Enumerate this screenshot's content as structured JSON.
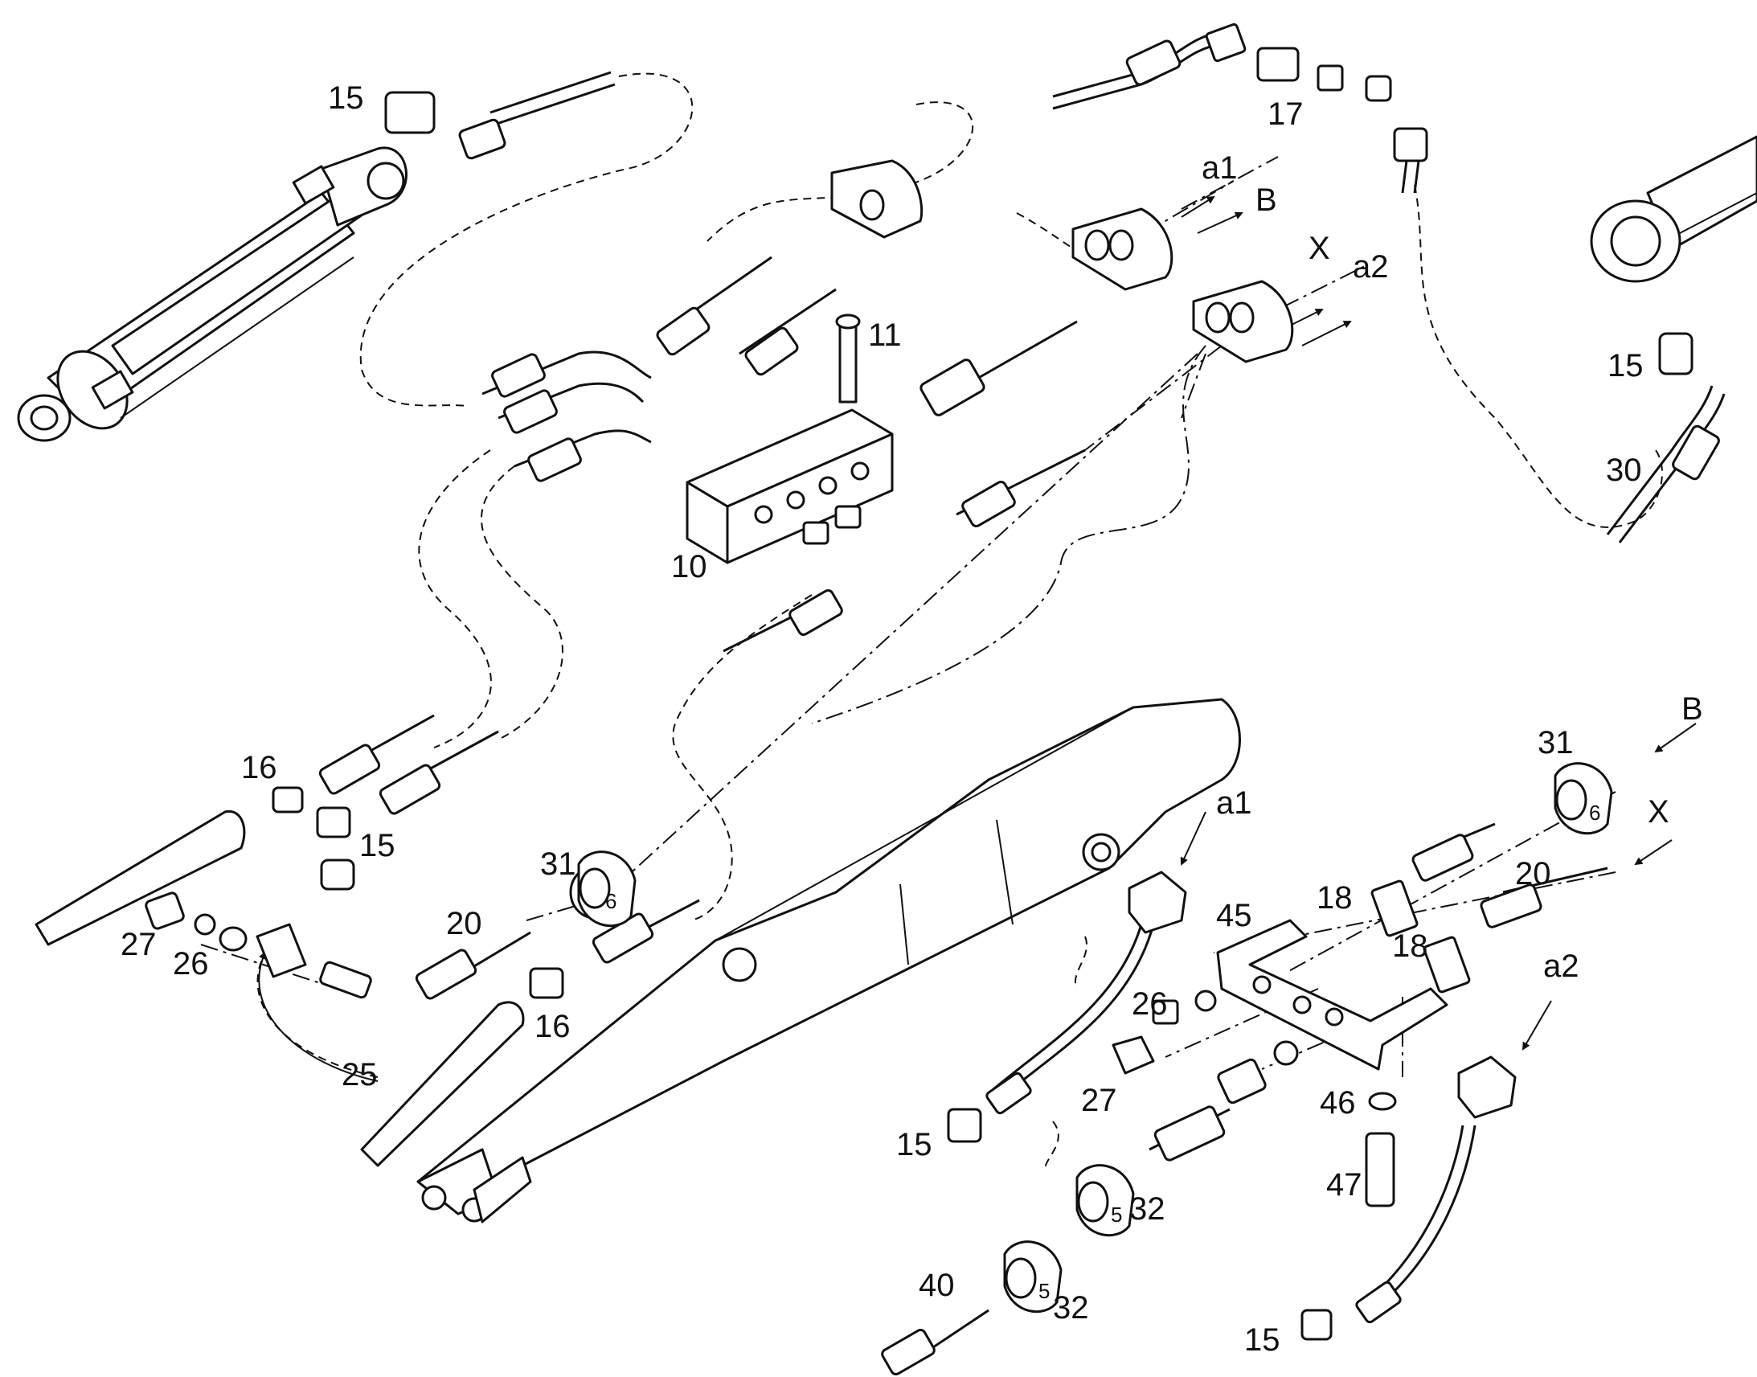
{
  "labels": {
    "p10": "10",
    "p11": "11",
    "p15_top": "15",
    "p15_right": "15",
    "p15_mid": "15",
    "p15_lower": "15",
    "p15_bottom": "15",
    "p16_left": "16",
    "p16_mid": "16",
    "p17": "17",
    "p18_a": "18",
    "p18_b": "18",
    "p20_left": "20",
    "p20_right": "20",
    "p25": "25",
    "p26_left": "26",
    "p26_right": "26",
    "p27_left": "27",
    "p27_right": "27",
    "p30": "30",
    "p31_mid": "31",
    "p31_right": "31",
    "p32_a": "32",
    "p32_b": "32",
    "p40": "40",
    "p45": "45",
    "p46": "46",
    "p47": "47",
    "a1_top": "a1",
    "a2_top": "a2",
    "b_top": "B",
    "x_top": "X",
    "b_right": "B",
    "x_right": "X",
    "a1_right": "a1",
    "a2_right": "a2"
  },
  "clamp_marks": {
    "m31_mid": "6",
    "m31_right": "6",
    "m32_a": "5",
    "m32_b": "5"
  }
}
